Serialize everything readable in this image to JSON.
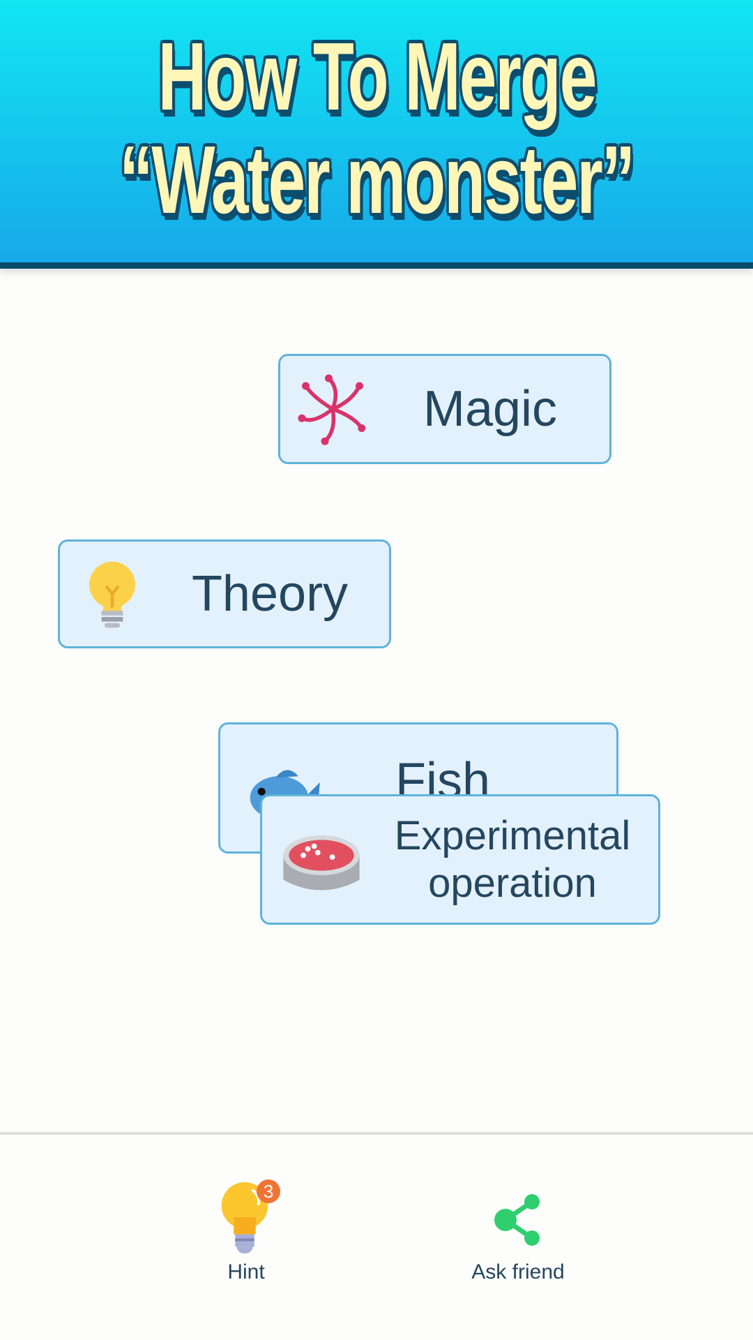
{
  "header": {
    "title_line1": "How To Merge",
    "title_line2": "“Water monster”"
  },
  "cards": [
    {
      "label": "Magic",
      "icon": "magic-swirl-icon"
    },
    {
      "label": "Theory",
      "icon": "lightbulb-icon"
    },
    {
      "label": "Fish",
      "icon": "fish-icon"
    },
    {
      "label_line1": "Experimental",
      "label_line2": "operation",
      "icon": "petri-dish-icon"
    }
  ],
  "bottom_nav": {
    "hint_label": "Hint",
    "hint_count": "3",
    "ask_label": "Ask friend"
  },
  "colors": {
    "header_top": "#12e6f2",
    "header_bottom": "#17a9ea",
    "card_bg": "#e3f1fc",
    "card_border": "#5fb3da",
    "text": "#24465f",
    "badge": "#ef7434",
    "share": "#2fcf6f"
  }
}
